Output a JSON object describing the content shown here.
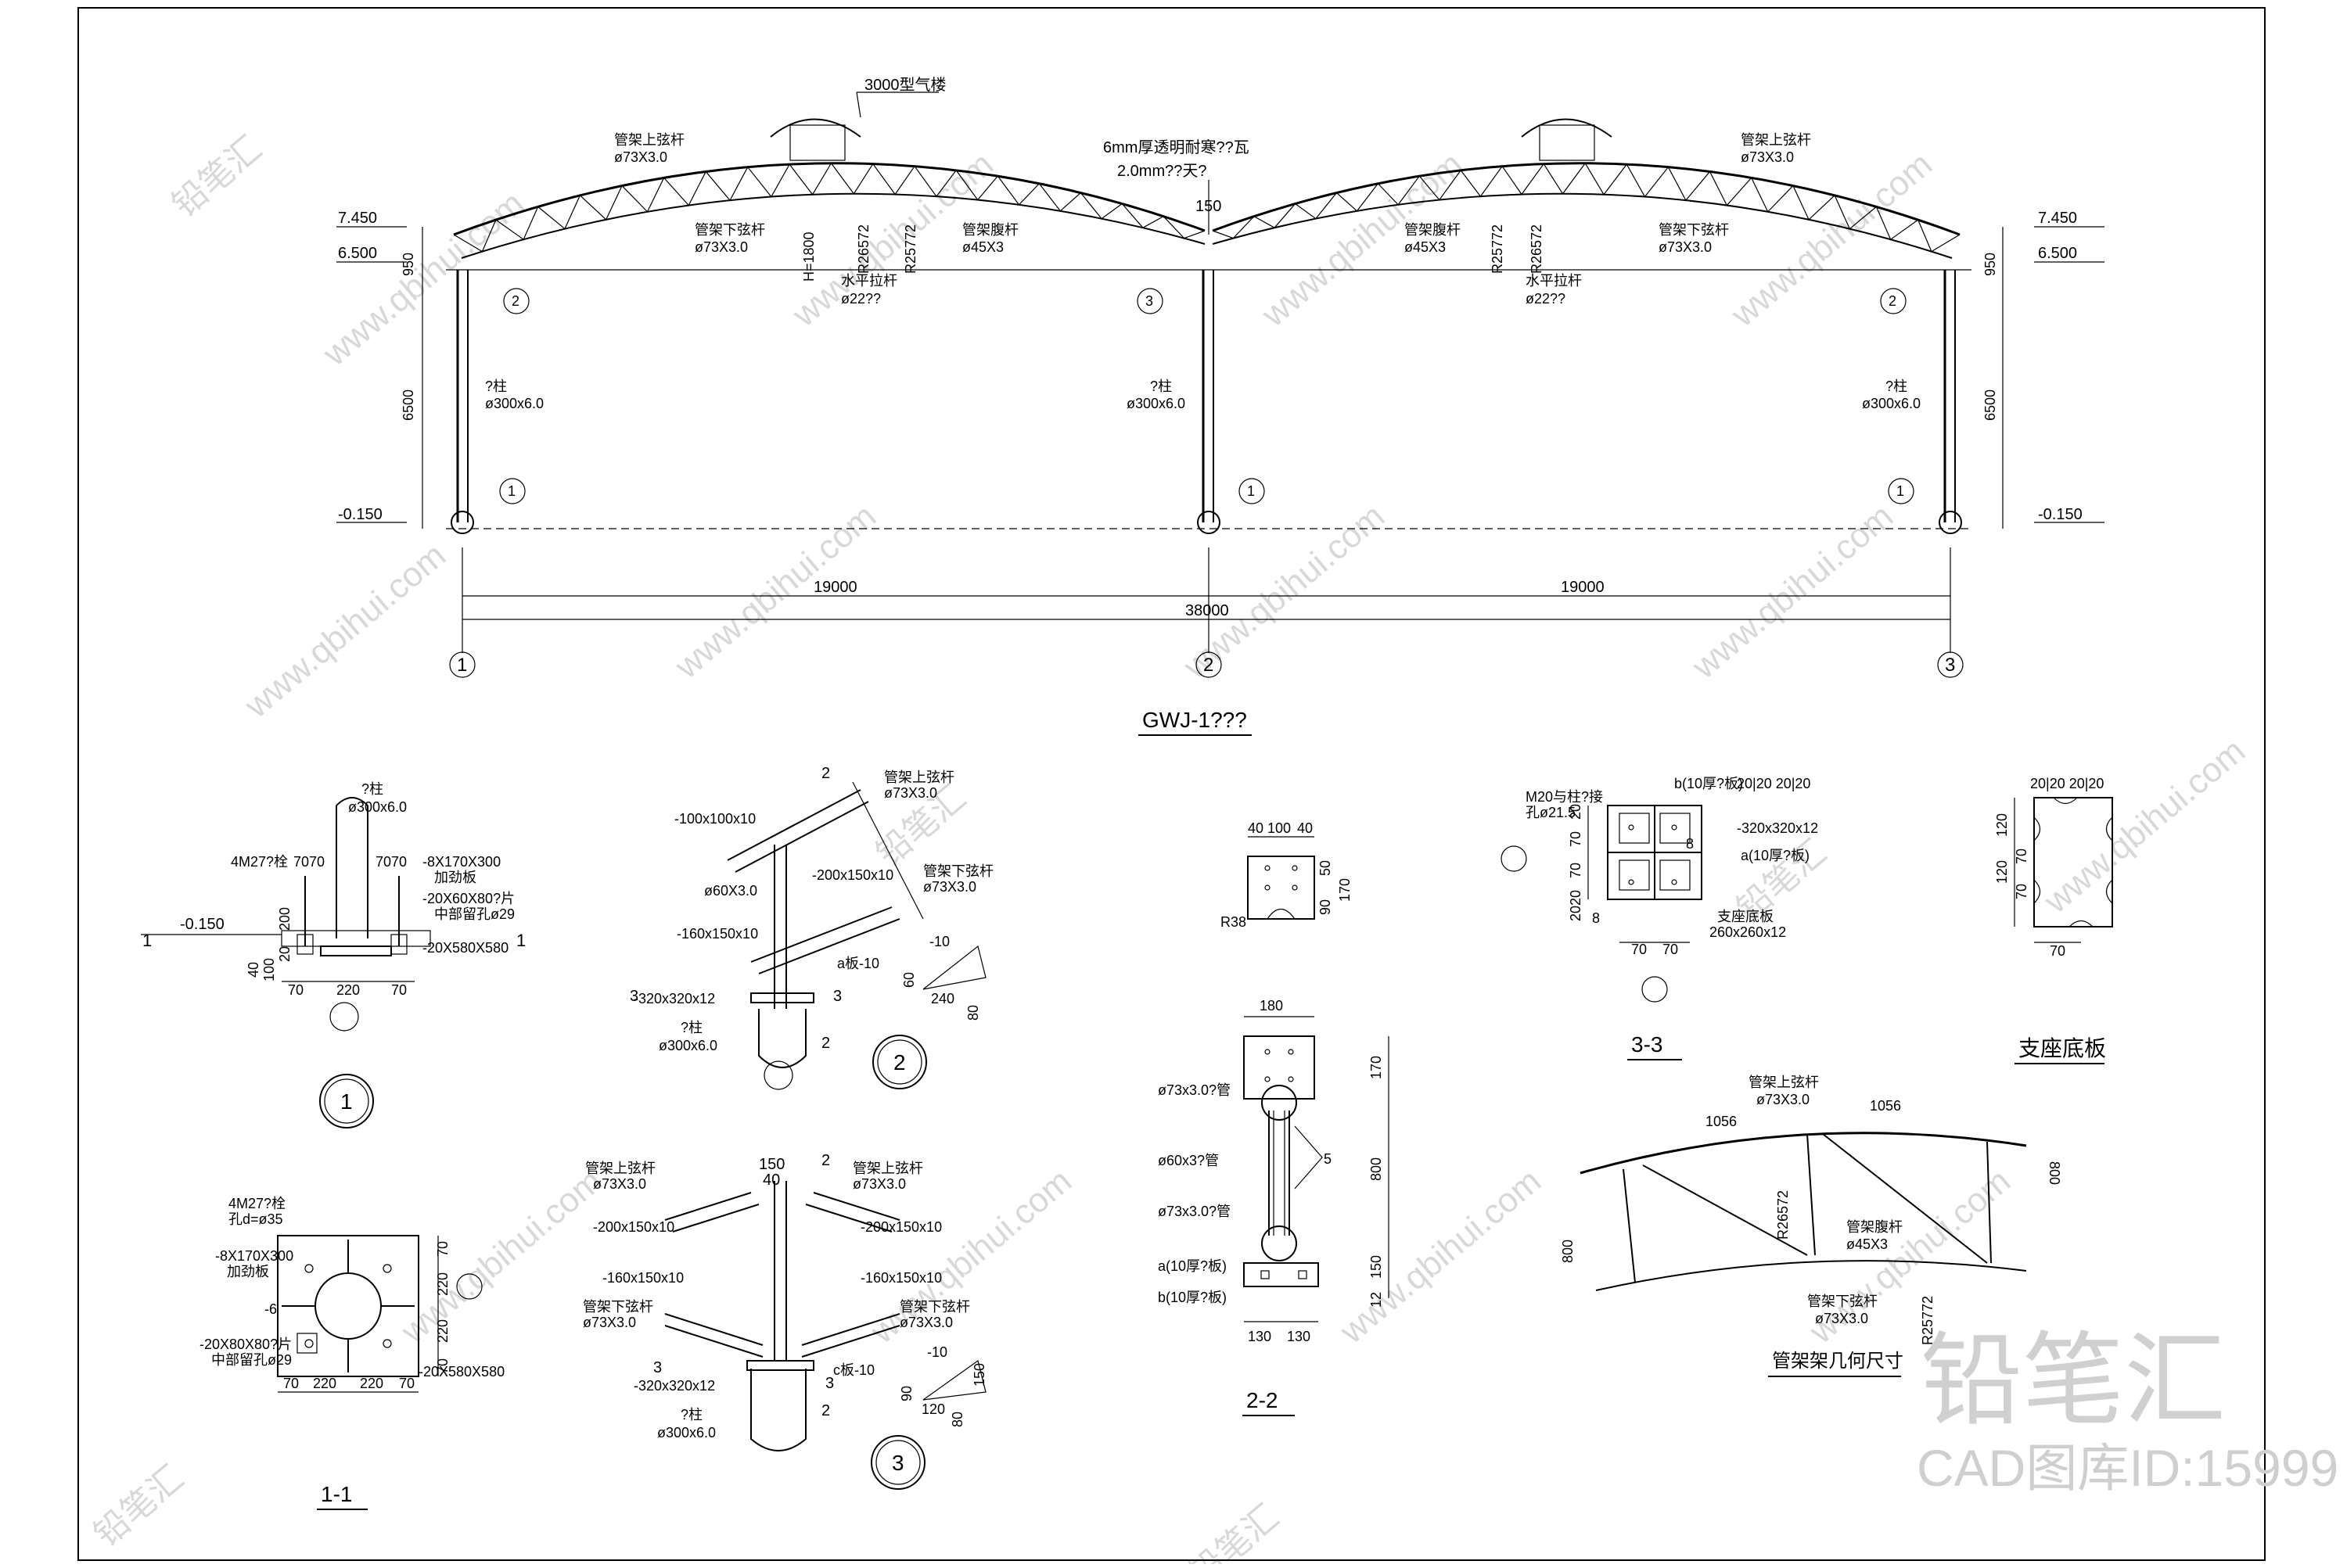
{
  "watermarks": {
    "url": "www.qbihui.com",
    "brand": "铅笔汇",
    "corner_brand": "铅笔汇",
    "corner_id": "CAD图库ID:15999"
  },
  "elevation": {
    "title": "GWJ-1???",
    "skylight_left": "3000型气楼",
    "glazing_note_1": "6mm厚透明耐寒??瓦",
    "glazing_note_2": "2.0mm??天?",
    "upper_chord_label": "管架上弦杆",
    "upper_chord_size": "ø73X3.0",
    "lower_chord_label": "管架下弦杆",
    "lower_chord_size": "ø73X3.0",
    "web_label": "管架腹杆",
    "web_size": "ø45X3",
    "tie_label": "水平拉杆",
    "tie_size": "ø22??",
    "column_label": "?柱",
    "column_size": "ø300x6.0",
    "height_H": "H=1800",
    "radius_1": "R26572",
    "radius_2": "R25772",
    "dim_150": "150",
    "elev_top": "7.450",
    "elev_eave": "6.500",
    "elev_base": "-0.150",
    "dim_950": "950",
    "dim_6500": "6500",
    "span_1": "19000",
    "span_2": "19000",
    "span_total": "38000",
    "axis_1": "1",
    "axis_2": "2",
    "axis_3": "3",
    "tag_1": "1",
    "tag_2": "2",
    "tag_3": "3"
  },
  "detail1": {
    "col_label": "?柱",
    "col_size": "ø300x6.0",
    "bolts": "4M27?栓",
    "rib": "-8X170X300",
    "rib_note": "加劲板",
    "washer": "-20X60X80?片",
    "washer_note": "中部留孔ø29",
    "base": "-20X580X580",
    "elev": "-0.150",
    "dim_70a": "70",
    "dim_70b": "70",
    "dim_70c": "70",
    "dim_70d": "70",
    "dim_40": "40",
    "dim_100": "100",
    "dim_200": "200",
    "dim_20": "20",
    "dim_bot_70a": "70",
    "dim_bot_220": "220",
    "dim_bot_70b": "70",
    "sec_left": "1",
    "sec_right": "1",
    "tag": "1"
  },
  "section11": {
    "bolts": "4M27?栓",
    "hole": "孔d=ø35",
    "rib": "-8X170X300",
    "rib_note": "加劲板",
    "six": "-6",
    "washer": "-20X80X80?片",
    "washer_note": "中部留孔ø29",
    "base": "-20X580X580",
    "dim_70t": "70",
    "dim_220a": "220",
    "dim_220b": "220",
    "dim_70b": "70",
    "dim_h70a": "70",
    "dim_h220a": "220",
    "dim_h220b": "220",
    "dim_h70b": "70",
    "title": "1-1"
  },
  "detail2": {
    "upper": "管架上弦杆",
    "upper_size": "ø73X3.0",
    "plate_100": "-100x100x10",
    "plate_200": "-200x150x10",
    "pipe": "ø60X3.0",
    "lower": "管架下弦杆",
    "lower_size": "ø73X3.0",
    "plate_160": "-160x150x10",
    "a_plate": "a板-10",
    "minus10": "-10",
    "base": "-320x320x12",
    "col": "?柱",
    "col_size": "ø300x6.0",
    "dim_60": "60",
    "dim_240": "240",
    "dim_80": "80",
    "sec_2": "2",
    "sec_2b": "2",
    "sec_3": "3",
    "sec_3b": "3",
    "tag": "2"
  },
  "detail3": {
    "upper_l": "管架上弦杆",
    "upper_l_size": "ø73X3.0",
    "upper_r": "管架上弦杆",
    "upper_r_size": "ø73X3.0",
    "plate_200l": "-200x150x10",
    "plate_200r": "-200x150x10",
    "plate_160l": "-160x150x10",
    "plate_160r": "-160x150x10",
    "lower_l": "管架下弦杆",
    "lower_l_size": "ø73X3.0",
    "lower_r": "管架下弦杆",
    "lower_r_size": "ø73X3.0",
    "base": "-320x320x12",
    "a_plate": "c板-10",
    "minus10": "-10",
    "col": "?柱",
    "col_size": "ø300x6.0",
    "dim_150": "150",
    "dim_40": "40",
    "dim_90": "90",
    "dim_120": "120",
    "dim_80": "80",
    "dim_150v": "150",
    "sec_2": "2",
    "sec_2b": "2",
    "sec_3": "3",
    "sec_3b": "3",
    "tag": "3"
  },
  "plate_small": {
    "d40a": "40",
    "d100": "100",
    "d40b": "40",
    "d90": "90",
    "d50": "50",
    "d170": "170",
    "r38": "R38"
  },
  "section22": {
    "d180": "180",
    "d170": "170",
    "d800": "800",
    "d150": "150",
    "d12": "12",
    "d130a": "130",
    "d130b": "130",
    "upper": "ø73x3.0?管",
    "mid": "ø60x3?管",
    "lower": "ø73x3.0?管",
    "a_plate": "a(10厚?板)",
    "b_plate": "b(10厚?板)",
    "weld": "5",
    "title": "2-2"
  },
  "section33": {
    "bolt": "M20与柱?接",
    "hole": "孔ø21.5",
    "b_plate": "b(10厚?板)",
    "base": "-320x320x12",
    "a_plate": "a(10厚?板)",
    "support": "支座底板",
    "support_size": "260x260x12",
    "d8a": "8",
    "d8b": "8",
    "top": "20|20   20|20",
    "d70a": "70",
    "d70b": "70",
    "v20a": "20",
    "v70a": "70",
    "v70b": "70",
    "v20b": "20",
    "v20c": "20",
    "title": "3-3"
  },
  "support_plate": {
    "top": "20|20   20|20",
    "v120a": "120",
    "v120b": "120",
    "v70a": "70",
    "v70b": "70",
    "d70": "70",
    "title": "支座底板"
  },
  "truss_geom": {
    "upper": "管架上弦杆",
    "upper_size": "ø73X3.0",
    "d1056a": "1056",
    "d1056b": "1056",
    "radius1": "R26572",
    "web": "管架腹杆",
    "web_size": "ø45X3",
    "radius2": "R25772",
    "lower": "管架下弦杆",
    "lower_size": "ø73X3.0",
    "d800a": "800",
    "d800b": "800",
    "title": "管架架几何尺寸"
  }
}
